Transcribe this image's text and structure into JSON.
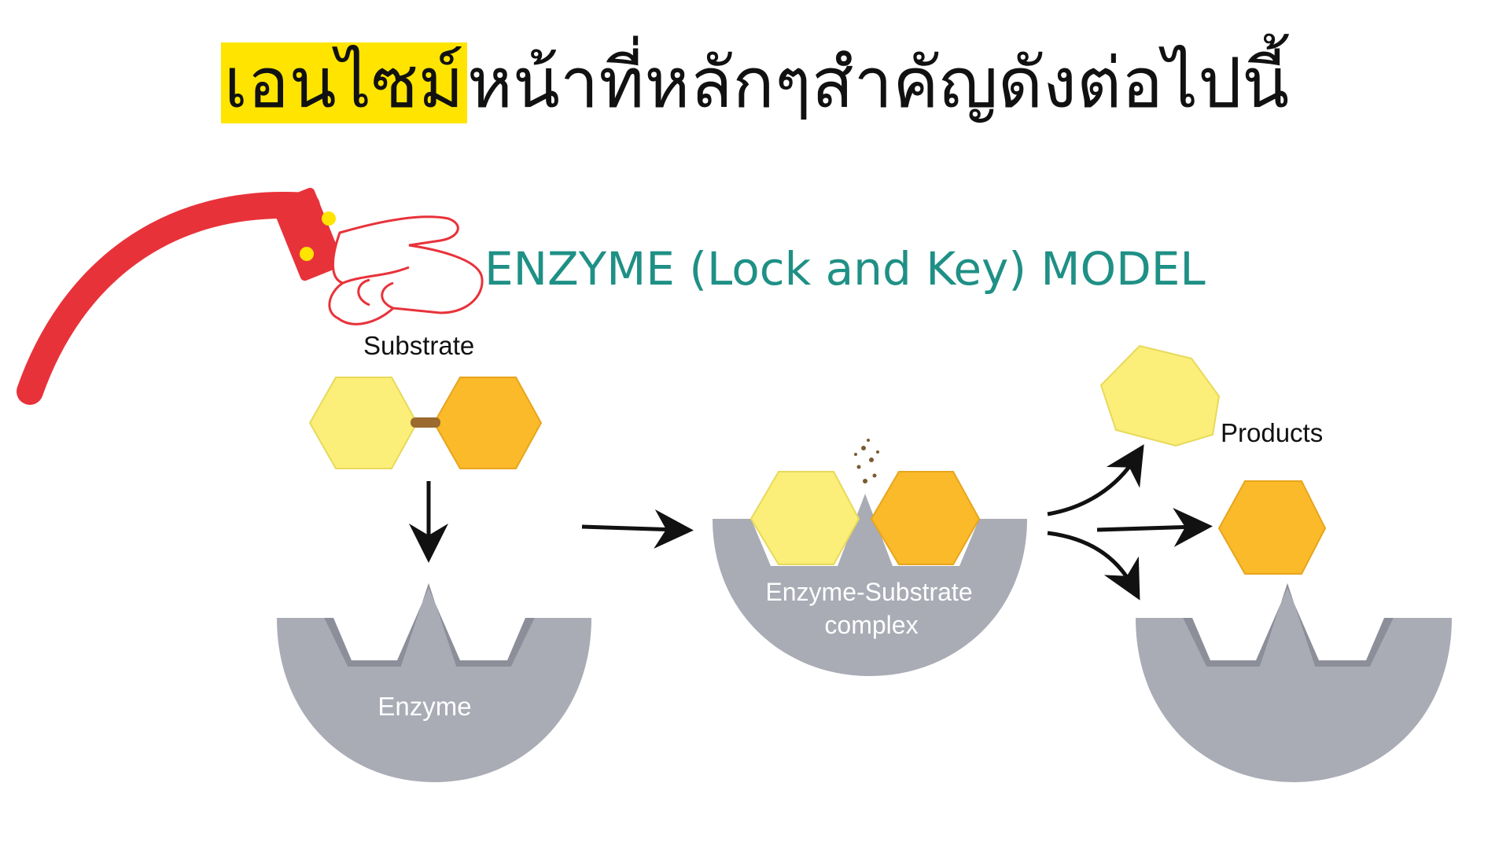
{
  "title": {
    "highlight": "เอนไซม์",
    "rest": "หน้าที่หลักๆสำคัญดังต่อไปนี้",
    "highlight_color": "#ffe400"
  },
  "diagram": {
    "heading": "ENZYME (Lock and Key) MODEL",
    "labels": {
      "substrate": "Substrate",
      "enzyme": "Enzyme",
      "complex_line1": "Enzyme-Substrate",
      "complex_line2": "complex",
      "products": "Products"
    },
    "colors": {
      "heading": "#1f9085",
      "substrate_light": "#fbef7a",
      "substrate_dark": "#fbba2a",
      "enzyme_body": "#a9abb5",
      "enzyme_shade": "#8c8e99",
      "bond": "#9b6a2e",
      "arrow": "#111111",
      "hand_sleeve": "#e8323a",
      "cuff_dot": "#ffe400"
    }
  },
  "icons": [
    "pointing-hand-icon"
  ]
}
